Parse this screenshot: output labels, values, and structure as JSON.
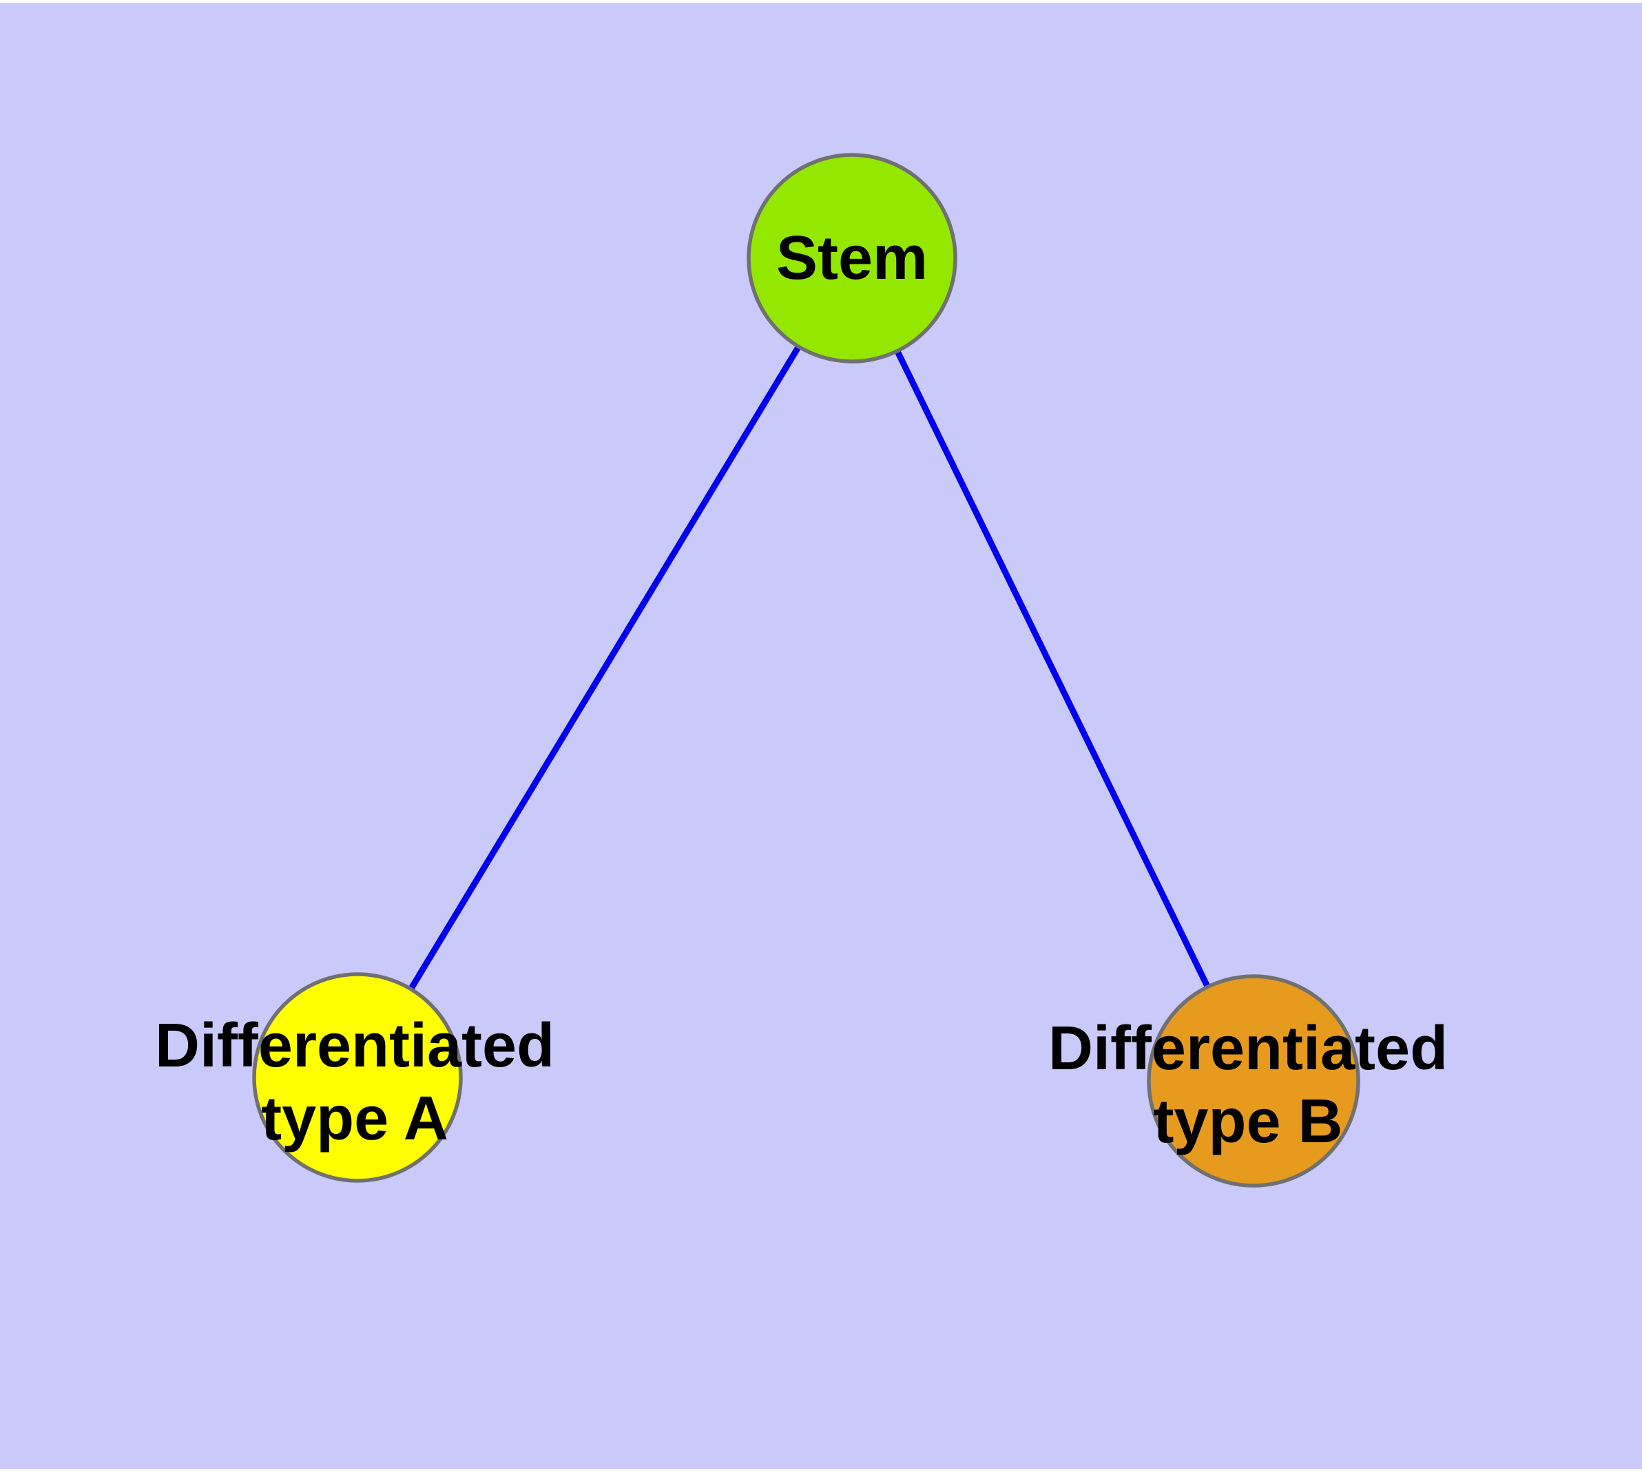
{
  "diagram": {
    "type": "node-link-graph",
    "background_color": "#C9C9FA",
    "margin_color": "#FFFFFF",
    "node_border_color": "#707070",
    "edge_color": "#0000EE",
    "text_color": "#000000",
    "nodes": [
      {
        "id": "stem",
        "label": "Stem",
        "color": "#94E800",
        "position": "top-center"
      },
      {
        "id": "type-a",
        "label": "Differentiated\ntype A",
        "color": "#FFFF00",
        "position": "bottom-left"
      },
      {
        "id": "type-b",
        "label": "Differentiated\ntype B",
        "color": "#E69A1E",
        "position": "bottom-right"
      }
    ],
    "edges": [
      {
        "from": "Stem",
        "to": "Differentiated type A"
      },
      {
        "from": "Stem",
        "to": "Differentiated type B"
      }
    ]
  }
}
